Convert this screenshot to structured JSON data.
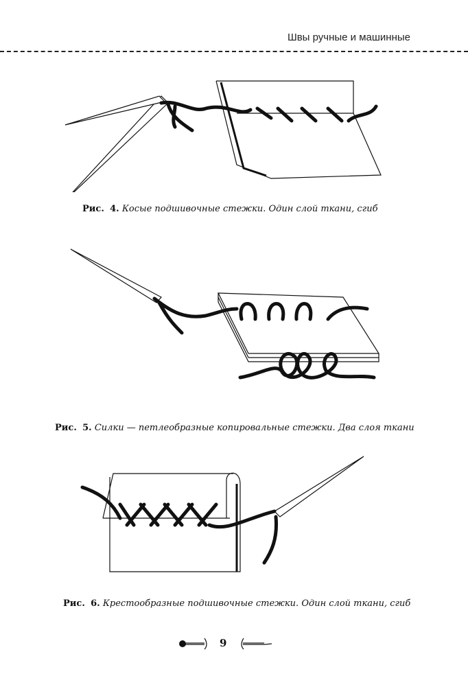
{
  "header": {
    "title": "Швы ручные и машинные"
  },
  "figures": [
    {
      "label": "Рис.",
      "number": "4.",
      "caption": "Косые подшивочные стежки. Один слой ткани, сгиб"
    },
    {
      "label": "Рис.",
      "number": "5.",
      "caption": "Силки — петлеобразные копировальные стежки. Два слоя ткани"
    },
    {
      "label": "Рис.",
      "number": "6.",
      "caption": "Крестообразные подшивочные стежки. Один слой ткани, сгиб"
    }
  ],
  "footer": {
    "page_number": "9"
  }
}
